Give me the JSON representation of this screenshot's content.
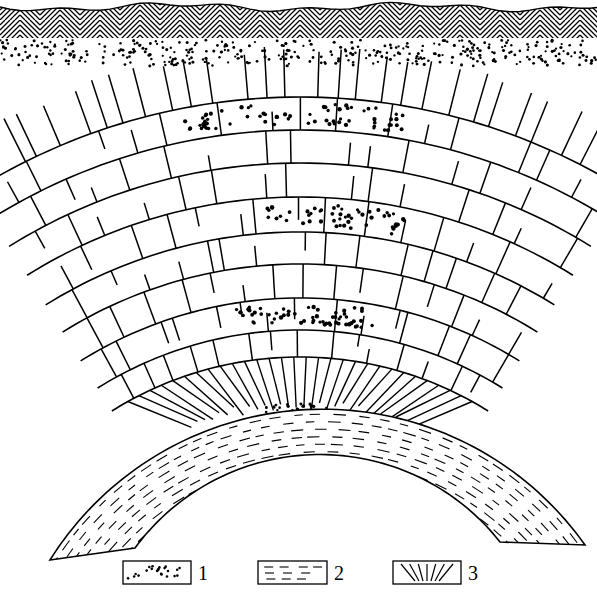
{
  "diagram": {
    "legend": [
      {
        "text": "1"
      },
      {
        "text": "2"
      },
      {
        "text": "3"
      }
    ]
  }
}
